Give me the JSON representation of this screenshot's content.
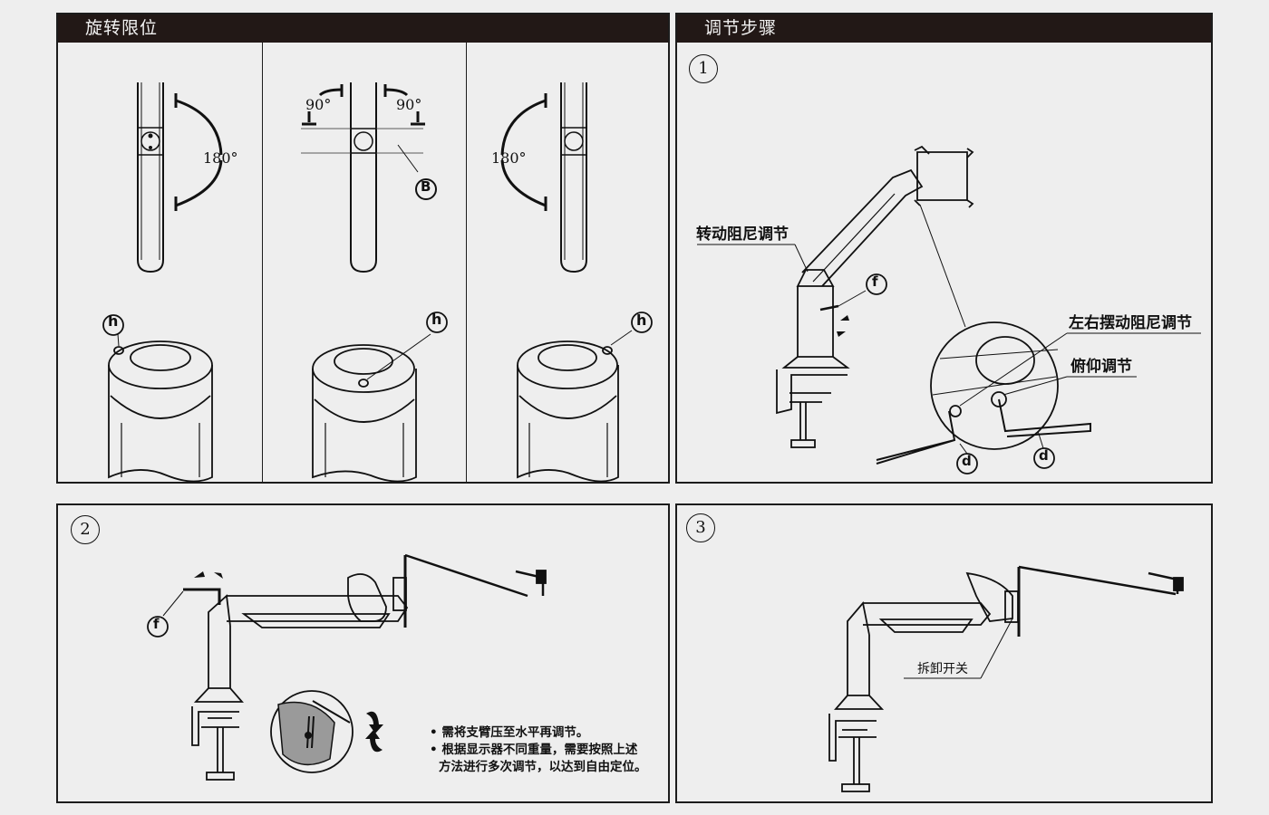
{
  "rotation_limit": {
    "title": "旋转限位",
    "views": [
      {
        "angle_label": "180°",
        "callout": "h"
      },
      {
        "angle_left": "90°",
        "angle_right": "90°",
        "arm_callout": "B",
        "callout": "h"
      },
      {
        "angle_label": "180°",
        "callout": "h"
      }
    ]
  },
  "adjust_steps": {
    "title": "调节步骤",
    "step1": {
      "number": "1",
      "labels": {
        "rotation_damping": "转动阻尼调节",
        "swivel_damping": "左右摆动阻尼调节",
        "tilt_adjust": "俯仰调节"
      },
      "callouts": {
        "tool_f": "f",
        "tool_d_left": "d",
        "tool_d_right": "d"
      }
    },
    "step2": {
      "number": "2",
      "callouts": {
        "tool_f": "f"
      },
      "notes": [
        "• 需将支臂压至水平再调节。",
        "• 根据显示器不同重量，需要按照上述",
        "  方法进行多次调节，以达到自由定位。"
      ]
    },
    "step3": {
      "number": "3",
      "labels": {
        "release_switch": "拆卸开关"
      }
    }
  },
  "colors": {
    "header_bg": "#221816",
    "page_bg": "#eeeeee",
    "line": "#1c1c1c",
    "zoom_fill": "#9a9a9a"
  }
}
